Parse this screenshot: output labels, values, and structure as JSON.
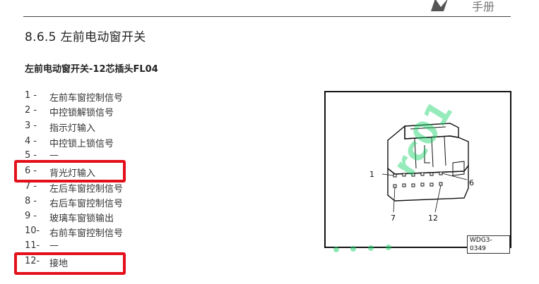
{
  "heading": "8.6.5 左前电动窗开关",
  "subheading": "左前电动窗开关-12芯插头FL04",
  "pins": [
    {
      "num": "1 -",
      "desc": "左前车窗控制信号"
    },
    {
      "num": "2 -",
      "desc": "中控锁解锁信号"
    },
    {
      "num": "3 -",
      "desc": "指示灯输入"
    },
    {
      "num": "4 -",
      "desc": "中控锁上锁信号"
    },
    {
      "num": "5 -",
      "desc": "—"
    },
    {
      "num": "6 -",
      "desc": "背光灯输入"
    },
    {
      "num": "7 -",
      "desc": "左后车窗控制信号"
    },
    {
      "num": "8 -",
      "desc": "右后车窗控制信号"
    },
    {
      "num": "9 -",
      "desc": "玻璃车窗锁输出"
    },
    {
      "num": "10-",
      "desc": "右前车窗控制信号"
    },
    {
      "num": "11-",
      "desc": "—"
    },
    {
      "num": "12-",
      "desc": "接地"
    }
  ],
  "highlighted_pins": [
    "6 -",
    "12-"
  ],
  "highlight_color": "#e3101b",
  "figure": {
    "labels": {
      "pin1": "1",
      "pin6": "6",
      "pin7": "7",
      "pin12": "12"
    },
    "code": "WDG3-0349"
  },
  "watermark": {
    "text": "rc01",
    "color": "#19d36a"
  },
  "logo": {
    "icon": "star-logo-icon",
    "text": "手册"
  }
}
